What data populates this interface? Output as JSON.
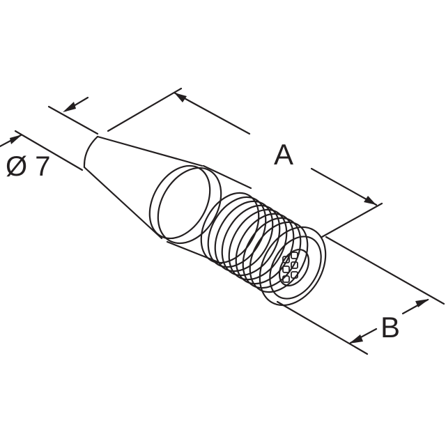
{
  "dimensions": {
    "diameter_label": "Ø 7",
    "length_label": "A",
    "width_label": "B"
  },
  "colors": {
    "line": "#231f20",
    "background": "#ffffff"
  }
}
